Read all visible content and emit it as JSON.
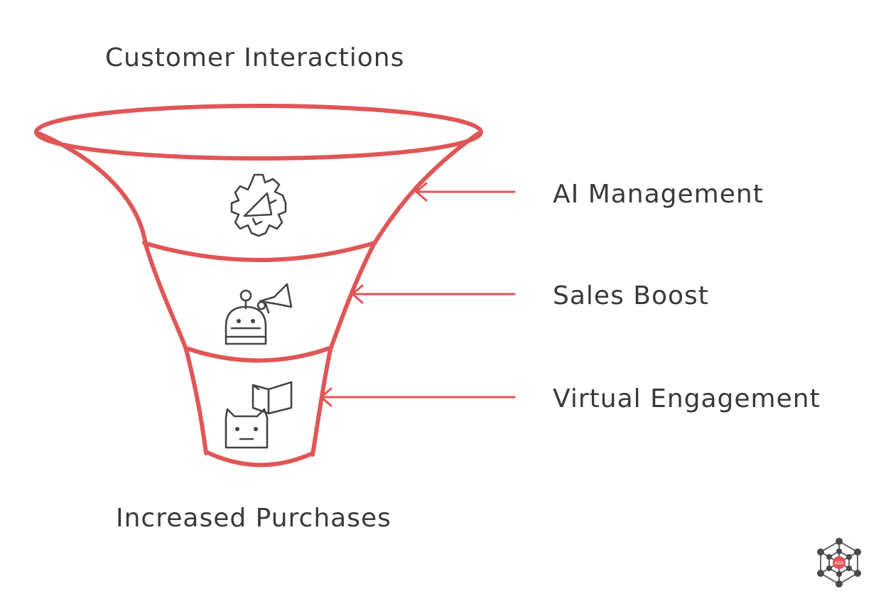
{
  "diagram": {
    "type": "funnel",
    "top_label": "Customer Interactions",
    "bottom_label": "Increased Purchases",
    "stages": [
      {
        "label": "AI Management",
        "icon": "gear-megaphone-icon"
      },
      {
        "label": "Sales Boost",
        "icon": "robot-megaphone-icon"
      },
      {
        "label": "Virtual Engagement",
        "icon": "robot-book-icon"
      }
    ]
  },
  "colors": {
    "funnel_stroke": "#e05656",
    "text": "#3a3a3a",
    "icon": "#444444",
    "logo_accent": "#e05656"
  },
  "logo": {
    "text": "AZA",
    "icon": "network-cube-logo"
  }
}
